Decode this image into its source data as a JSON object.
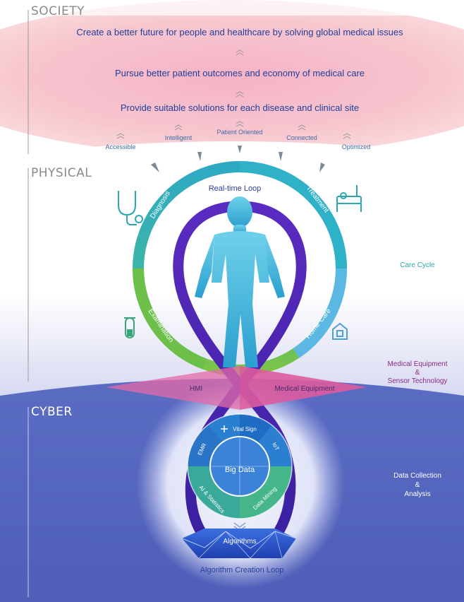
{
  "sections": {
    "society": "SOCIETY",
    "physical": "PHYSICAL",
    "cyber": "CYBER"
  },
  "society_goals": [
    "Create a better future for people and healthcare by solving global medical issues",
    "Pursue better patient outcomes and economy of medical care",
    "Provide suitable solutions for each disease and clinical site"
  ],
  "attributes": [
    "Accessible",
    "Intelligent",
    "Patient Oriented",
    "Connected",
    "Optimized"
  ],
  "care_cycle": {
    "center_label": "Real-time Loop",
    "stages": [
      "Diagnosis",
      "Treatment",
      "Home Care",
      "Examination"
    ],
    "side_label": "Care Cycle"
  },
  "interface": {
    "hmi": "HMI",
    "medical_equipment": "Medical Equipment",
    "side_label": [
      "Medical Equipment",
      "&",
      "Sensor Technology"
    ]
  },
  "data_ring": {
    "center": "Big Data",
    "segments": [
      "Vital Sign",
      "EMR",
      "IoT",
      "AI & Statistics",
      "Data Mining"
    ],
    "side_label": [
      "Data Collection",
      "&",
      "Analysis"
    ]
  },
  "algorithm": {
    "label": "Algorithms",
    "loop_label": "Algorithm Creation Loop"
  },
  "colors": {
    "society_band": "#f2a8b8",
    "cyber_blue": "#5a6dc4",
    "teal": "#3cb5a8",
    "green": "#6cc04a",
    "purple": "#6a2cc0",
    "pink_platform": "#e56aa8",
    "body": "#4fc3e0"
  },
  "icons": [
    "stethoscope-icon",
    "hospital-bed-icon",
    "test-tube-icon",
    "house-icon"
  ]
}
